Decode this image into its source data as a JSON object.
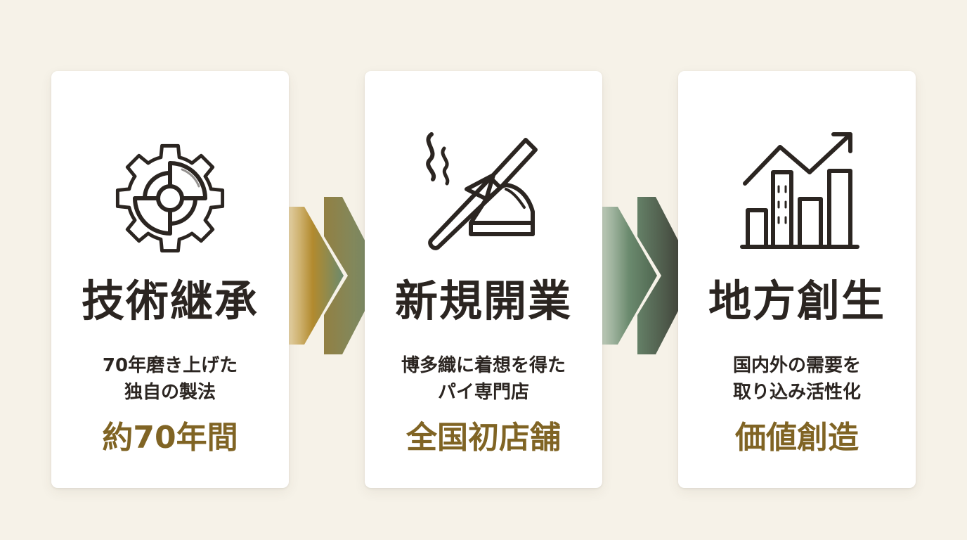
{
  "steps": [
    {
      "icon": "gear-icon",
      "title": "技術継承",
      "desc_line1": "70年磨き上げた",
      "desc_line2": "独自の製法",
      "highlight": "約70年間"
    },
    {
      "icon": "pie-server-icon",
      "title": "新規開業",
      "desc_line1": "博多織に着想を得た",
      "desc_line2": "パイ専門店",
      "highlight": "全国初店舗"
    },
    {
      "icon": "growth-chart-icon",
      "title": "地方創生",
      "desc_line1": "国内外の需要を",
      "desc_line2": "取り込み活性化",
      "highlight": "価値創造"
    }
  ],
  "colors": {
    "background": "#f6f2e8",
    "card": "#ffffff",
    "text": "#2b2521",
    "accent": "#806424",
    "arrow_gold": "#b28a2e",
    "arrow_green": "#6b8a6e",
    "arrow_dark": "#2b2521"
  }
}
